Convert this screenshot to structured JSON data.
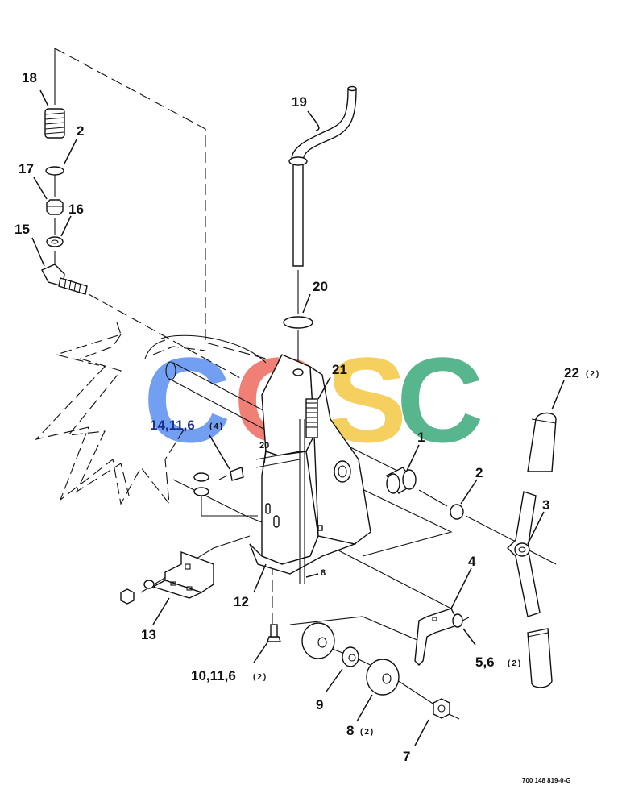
{
  "watermark": {
    "letters": [
      "C",
      "G",
      "S",
      "C"
    ],
    "colors": [
      "#5b8ff0",
      "#ee6b5d",
      "#f5c842",
      "#3aaa7a"
    ]
  },
  "callouts": {
    "c18": "18",
    "c2_top": "2",
    "c17": "17",
    "c16": "16",
    "c15": "15",
    "c19": "19",
    "c20": "20",
    "c21": "21",
    "c22": "22",
    "c22_qty": "(2)",
    "c14": "14,11,6",
    "c14_qty": "(4)",
    "c20_small": "20",
    "c1": "1",
    "c2_mid": "2",
    "c3": "3",
    "c8_small": "8",
    "c4": "4",
    "c12": "12",
    "c13": "13",
    "c56": "5,6",
    "c56_qty": "(2)",
    "c10": "10,11,6",
    "c10_qty": "(2)",
    "c9": "9",
    "c8": "8",
    "c8_qty": "(2)",
    "c7": "7"
  },
  "document_number": "700 148 819-0-G"
}
